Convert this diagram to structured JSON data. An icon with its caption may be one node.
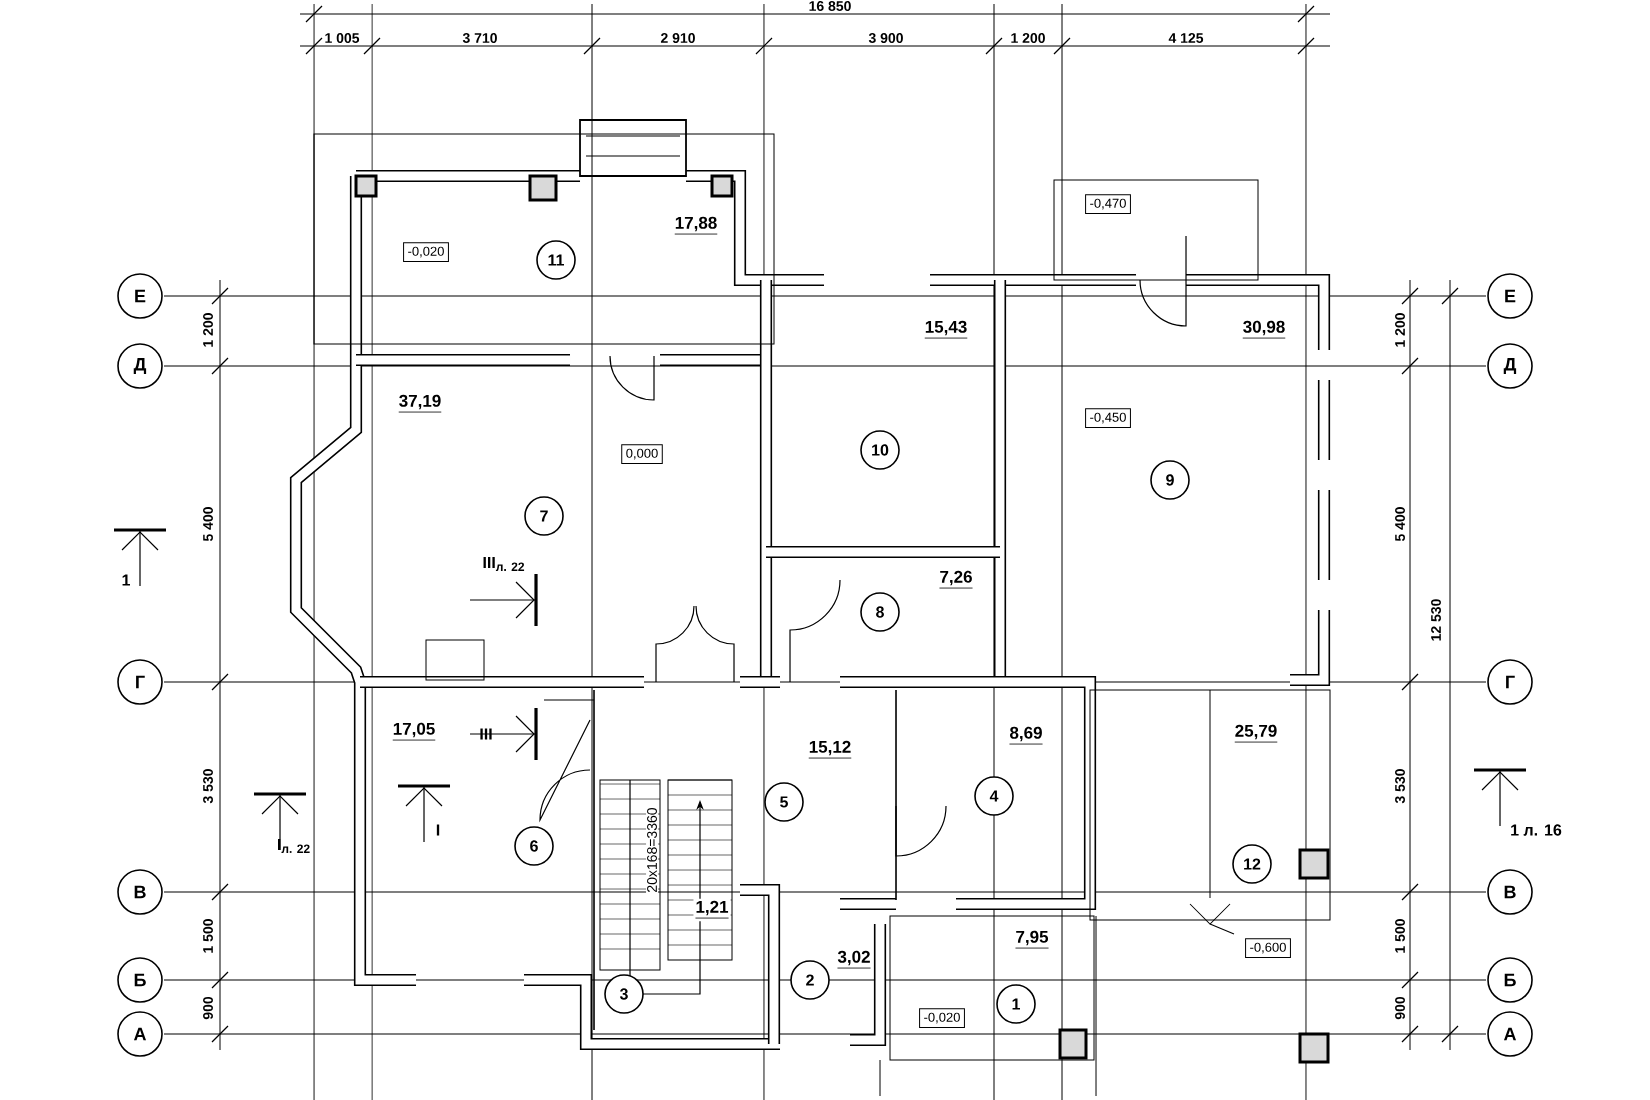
{
  "diagram": {
    "nodes": [
      {
        "text": [
          "11"
        ]
      },
      {
        "text": [
          "10"
        ]
      },
      {
        "text": [
          "9"
        ]
      },
      {
        "text": [
          "7"
        ]
      },
      {
        "text": [
          "8"
        ]
      },
      {
        "text": [
          "6"
        ]
      },
      {
        "text": [
          "5"
        ]
      },
      {
        "text": [
          "4"
        ]
      },
      {
        "text": [
          "12"
        ]
      },
      {
        "text": [
          "3"
        ]
      },
      {
        "text": [
          "2"
        ]
      },
      {
        "text": [
          "1"
        ]
      },
      {
        "text": [
          "Е"
        ]
      },
      {
        "text": [
          "Е"
        ]
      },
      {
        "text": [
          "Д"
        ]
      },
      {
        "text": [
          "Д"
        ]
      },
      {
        "text": [
          "Г"
        ]
      },
      {
        "text": [
          "Г"
        ]
      },
      {
        "text": [
          "В"
        ]
      },
      {
        "text": [
          "В"
        ]
      },
      {
        "text": [
          "Б"
        ]
      },
      {
        "text": [
          "Б"
        ]
      },
      {
        "text": [
          "А"
        ]
      },
      {
        "text": [
          "А"
        ]
      },
      {
        "text": [
          "-0,020"
        ]
      },
      {
        "text": [
          "0,000"
        ]
      },
      {
        "text": [
          "-0,470"
        ]
      },
      {
        "text": [
          "-0,450"
        ]
      },
      {
        "text": [
          "-0,600"
        ]
      },
      {
        "text": [
          "-0,020"
        ]
      }
    ],
    "labels": [
      "16 850",
      "1 005",
      "3 710",
      "2 910",
      "3 900",
      "1 200",
      "4 125",
      "1 200",
      "5 400",
      "3 530",
      "1 500",
      "900",
      "1 200",
      "5 400",
      "12 530",
      "3 530",
      "1 500",
      "900",
      "17,88",
      "15,43",
      "30,98",
      "37,19",
      "7,26",
      "17,05",
      "15,12",
      "8,69",
      "25,79",
      "1,21",
      "3,02",
      "7,95",
      "1",
      "III$_{л. 22}$",
      "III",
      "I",
      "I$_{л. 22}$",
      "1 л. 16",
      "20х168=3360"
    ]
  }
}
